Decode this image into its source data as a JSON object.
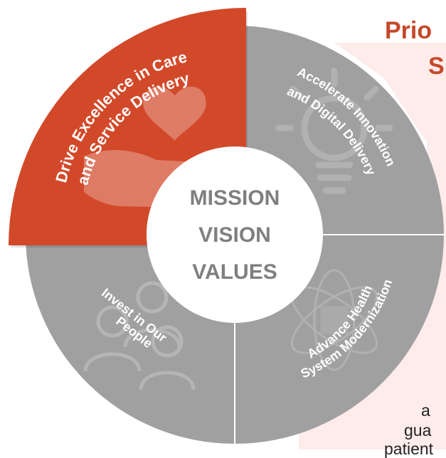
{
  "side_panel": {
    "heading_line1": "Prio",
    "heading_line2": "S",
    "text_line1": "a",
    "text_line2": "gua",
    "text_line3": "patient"
  },
  "wheel": {
    "center": {
      "line1": "MISSION",
      "line2": "VISION",
      "line3": "VALUES"
    },
    "segments": [
      {
        "id": "drive-excellence",
        "line1": "Drive Excellence in Care",
        "line2": "and Service Delivery",
        "icon": "heart-hand-icon",
        "highlighted": true
      },
      {
        "id": "accelerate-innovation",
        "line1": "Accelerate Innovation",
        "line2": "and Digital Delivery",
        "icon": "lightbulb-icon",
        "highlighted": false
      },
      {
        "id": "advance-health",
        "line1": "Advance Health",
        "line2": "System Modernization",
        "icon": "atom-icon",
        "highlighted": false
      },
      {
        "id": "invest-people",
        "line1": "Invest in Our",
        "line2": "People",
        "icon": "people-icon",
        "highlighted": false
      }
    ]
  },
  "colors": {
    "highlight": "#d2492a",
    "segment_gray": "#9f9f9f",
    "heading": "#c7472a",
    "center_text": "#7f7f7f",
    "panel_tint": "#fdecea"
  }
}
